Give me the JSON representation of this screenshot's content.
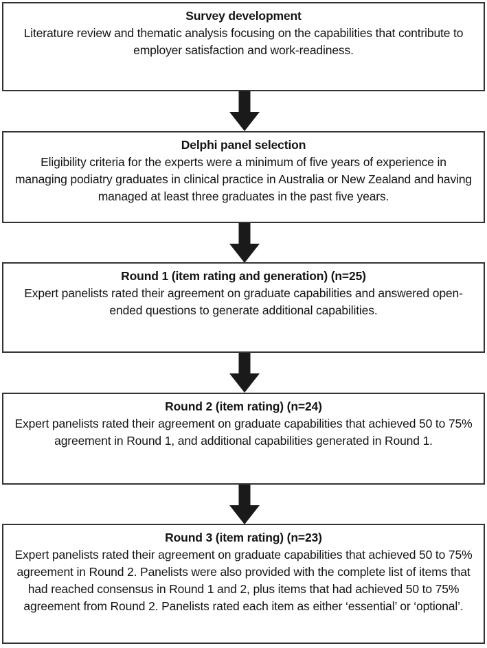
{
  "diagram": {
    "type": "flowchart",
    "orientation": "vertical",
    "title": "Delphi study process flowchart",
    "colors": {
      "box_border": "#333333",
      "box_fill": "#FFFFFF",
      "arrow_fill": "#1A1A1A",
      "text": "#141414"
    },
    "stages": [
      {
        "id": "survey-development",
        "title": "Survey development",
        "body": "Literature review and thematic analysis focusing on the capabilities that contribute to employer satisfaction and work-readiness."
      },
      {
        "id": "delphi-panel-selection",
        "title": "Delphi panel selection",
        "body": "Eligibility criteria for the experts were a minimum of five years of experience in managing podiatry graduates in clinical practice in Australia or New Zealand and having managed at least three graduates in the past five years."
      },
      {
        "id": "round-1",
        "title": "Round 1 (item rating and generation) (n=25)",
        "body": "Expert panelists rated their agreement on graduate capabilities and answered open-ended questions to generate additional capabilities."
      },
      {
        "id": "round-2",
        "title": "Round 2 (item rating) (n=24)",
        "body": "Expert panelists rated their agreement on graduate capabilities that achieved 50 to 75% agreement in Round 1, and additional capabilities generated in Round 1."
      },
      {
        "id": "round-3",
        "title": "Round 3 (item rating) (n=23)",
        "body": "Expert panelists rated their agreement on graduate capabilities that achieved 50 to 75% agreement in Round 2. Panelists were also provided with the complete list of items that had reached consensus in Round 1 and 2, plus items that had achieved 50 to 75% agreement from Round 2. Panelists rated each item as either ‘essential’ or ‘optional’."
      }
    ],
    "connectors": [
      {
        "id": "arrow-1-to-2",
        "icon": "down-arrow-icon"
      },
      {
        "id": "arrow-2-to-3",
        "icon": "down-arrow-icon"
      },
      {
        "id": "arrow-3-to-4",
        "icon": "down-arrow-icon"
      },
      {
        "id": "arrow-4-to-5",
        "icon": "down-arrow-icon"
      }
    ]
  }
}
